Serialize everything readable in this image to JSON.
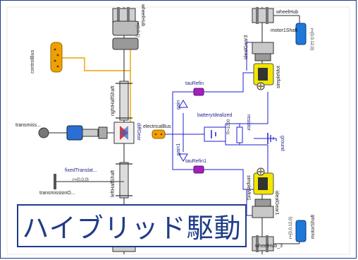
{
  "banner": {
    "title": "ハイブリッド駆動"
  },
  "labels": {
    "control_bus": "controlBus",
    "transmission": "transmiss...",
    "fixed_translation": "fixedTranslat...",
    "r_vector": "r={0,0,0}",
    "transmission_o": "transmissionO...",
    "electrical_bus": "electricalBus",
    "tau_ref_fn": "tauRefin",
    "tau_ref_fn1": "tauRefin1",
    "battery": "batteryIdealized",
    "resistor": "resistor",
    "r_value": "R=1000",
    "ground": "ground",
    "wheel_hub": "wheelHub",
    "wheel_hub_3": "wheelHub_3",
    "motor1_shaft": "motor1Shaft",
    "motor_shaft": "motorShaft",
    "r_motor1": "r={0,0.12,0}",
    "r_motor": "r={0,0.12,0}",
    "right_half_shaft": "rightHalfShaft",
    "left_half_shaft": "leftHalfShaft",
    "simple_mot": "simpleMot",
    "simple_mot1": "simpleMot1",
    "ideal_gear": "idealGear3",
    "ideal_gear1": "idealGear1",
    "gain": "gain",
    "gain1": "gain1",
    "diff_gear": "diffGear",
    "r_top": "r={0,0.1}",
    "wheel_top_left": "wheelHub"
  },
  "colors": {
    "frame": "#1f3c88",
    "wire_electric": "#1f1fd0",
    "wire_bus": "#f0a000",
    "wire_mech": "#555555",
    "motor_yellow": "#f2e600",
    "plug_purple": "#a020c0",
    "shaft_blue": "#1e78d8"
  }
}
